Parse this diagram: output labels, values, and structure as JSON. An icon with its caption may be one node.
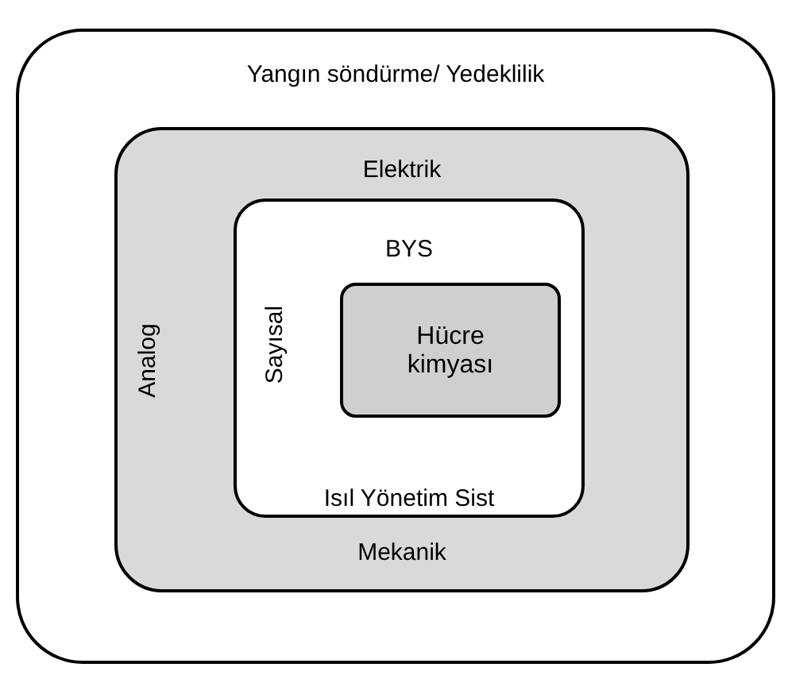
{
  "diagram": {
    "nodes": [
      {
        "text": [
          "Yangın söndürme/ Yedeklilik"
        ]
      },
      {
        "text": [
          "Elektrik",
          "Analog",
          "Mekanik"
        ],
        "in": 0
      },
      {
        "text": [
          "BYS",
          "Sayısal",
          "Isıl Yönetim Sist"
        ],
        "in": 1
      },
      {
        "text": [
          "Hücre kimyası"
        ],
        "in": 2
      }
    ]
  }
}
